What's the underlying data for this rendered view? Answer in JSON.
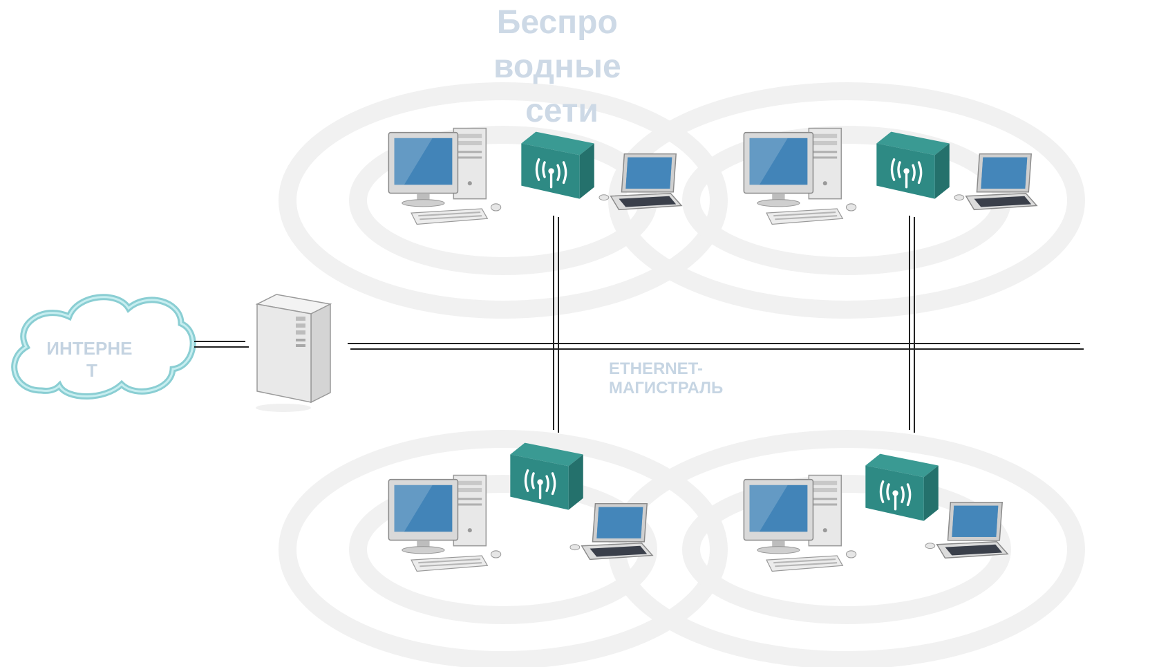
{
  "diagram": {
    "title_lines": [
      "Беспро",
      "водные",
      "сети"
    ],
    "internet_label_lines": [
      "ИНТЕРНЕ",
      "Т"
    ],
    "backbone_label_lines": [
      "ETHERNET-",
      "МАГИСТРАЛЬ"
    ],
    "colors": {
      "access_point": "#2e8a84",
      "access_point_dark": "#24716c",
      "cloud_outline": "#7ec9cf",
      "lines": "#222222",
      "rings": "#f1f1f1",
      "title": "#cdd9e6"
    },
    "icons": {
      "internet": "cloud-icon",
      "server": "server-tower-icon",
      "access_point": "wifi-access-point-icon",
      "desktop": "desktop-computer-icon",
      "laptop": "laptop-icon"
    }
  }
}
